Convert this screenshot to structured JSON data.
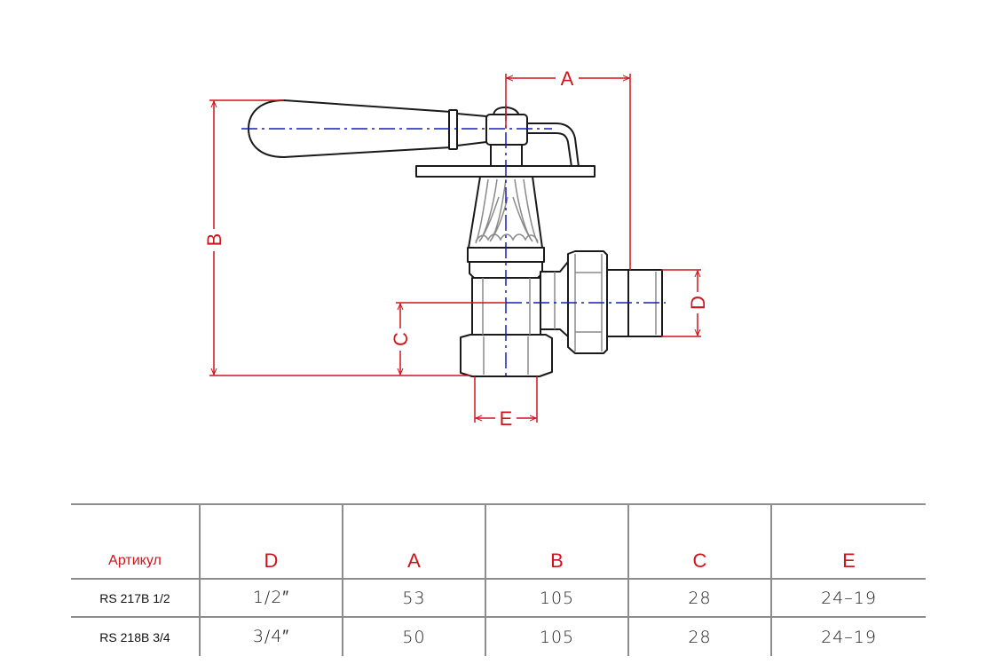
{
  "drawing": {
    "title": "Angle radiator valve dimension drawing",
    "dimension_labels": {
      "a": "A",
      "b": "B",
      "c": "C",
      "d": "D",
      "e": "E"
    },
    "colors": {
      "dimension": "#d0141c",
      "centerline": "#1a1ab8",
      "outline": "#1a1a1a",
      "detail": "#8a8a8a"
    }
  },
  "table": {
    "headers": {
      "article": "Артикул",
      "d": "D",
      "a": "A",
      "b": "B",
      "c": "C",
      "e": "E"
    },
    "rows": [
      {
        "article": "RS 217B 1/2",
        "d": "1/2″",
        "a": "53",
        "b": "105",
        "c": "28",
        "e": "24–19"
      },
      {
        "article": "RS 218B 3/4",
        "d": "3/4″",
        "a": "50",
        "b": "105",
        "c": "28",
        "e": "24–19"
      }
    ]
  }
}
